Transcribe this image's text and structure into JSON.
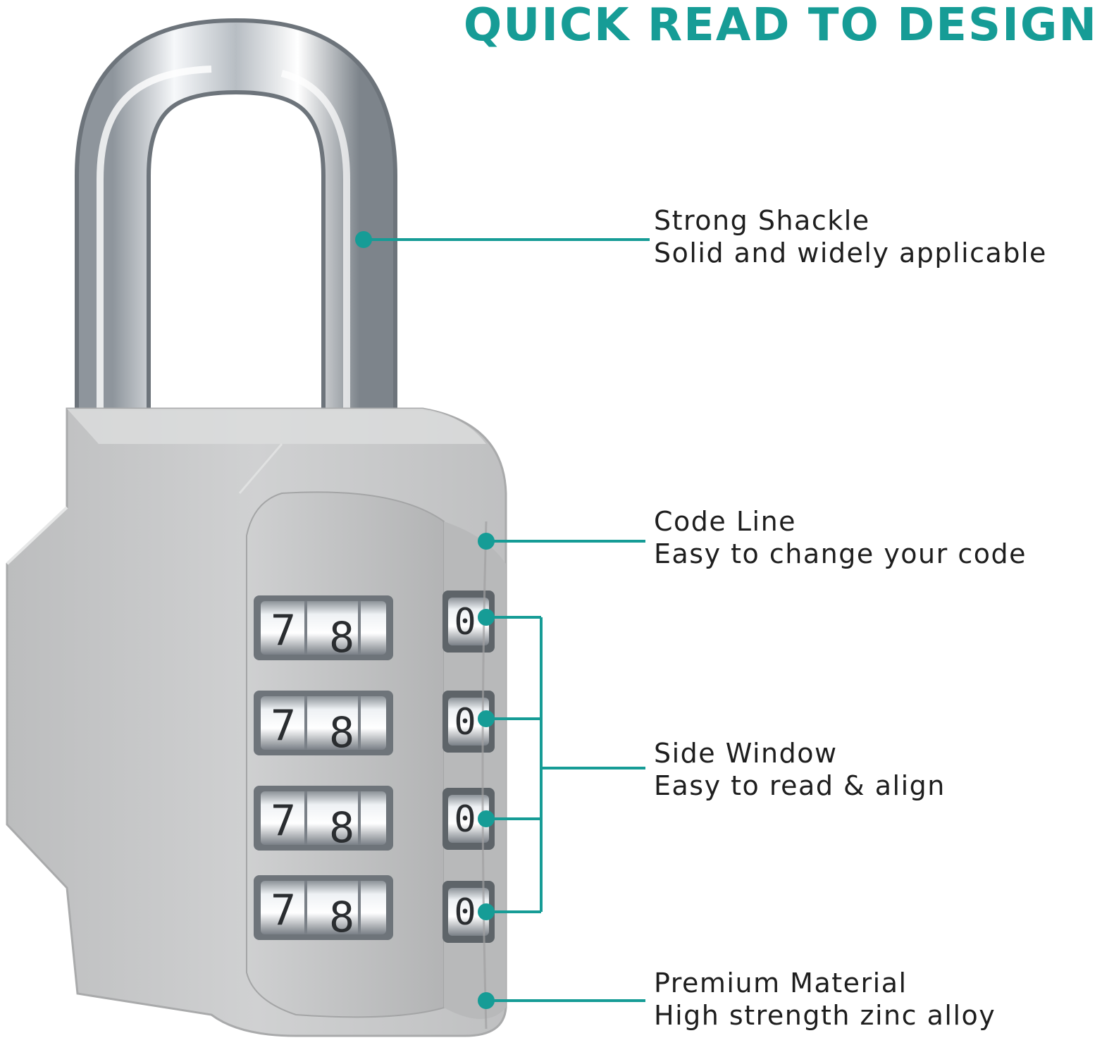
{
  "headline": "QUICK READ TO DESIGN",
  "colors": {
    "accent": "#169c96",
    "lock_body": "#c9cacb",
    "shackle": "#dfe3e7",
    "text": "#1e1e1e"
  },
  "dials": {
    "front_left_digit": "7",
    "front_right_digit": "8",
    "side_digit": "0",
    "count": 4
  },
  "callouts": [
    {
      "title": "Strong Shackle",
      "subtitle": "Solid and widely applicable"
    },
    {
      "title": "Code Line",
      "subtitle": "Easy to change your code"
    },
    {
      "title": "Side Window",
      "subtitle": "Easy to read & align"
    },
    {
      "title": "Premium Material",
      "subtitle": "High strength zinc alloy"
    }
  ]
}
